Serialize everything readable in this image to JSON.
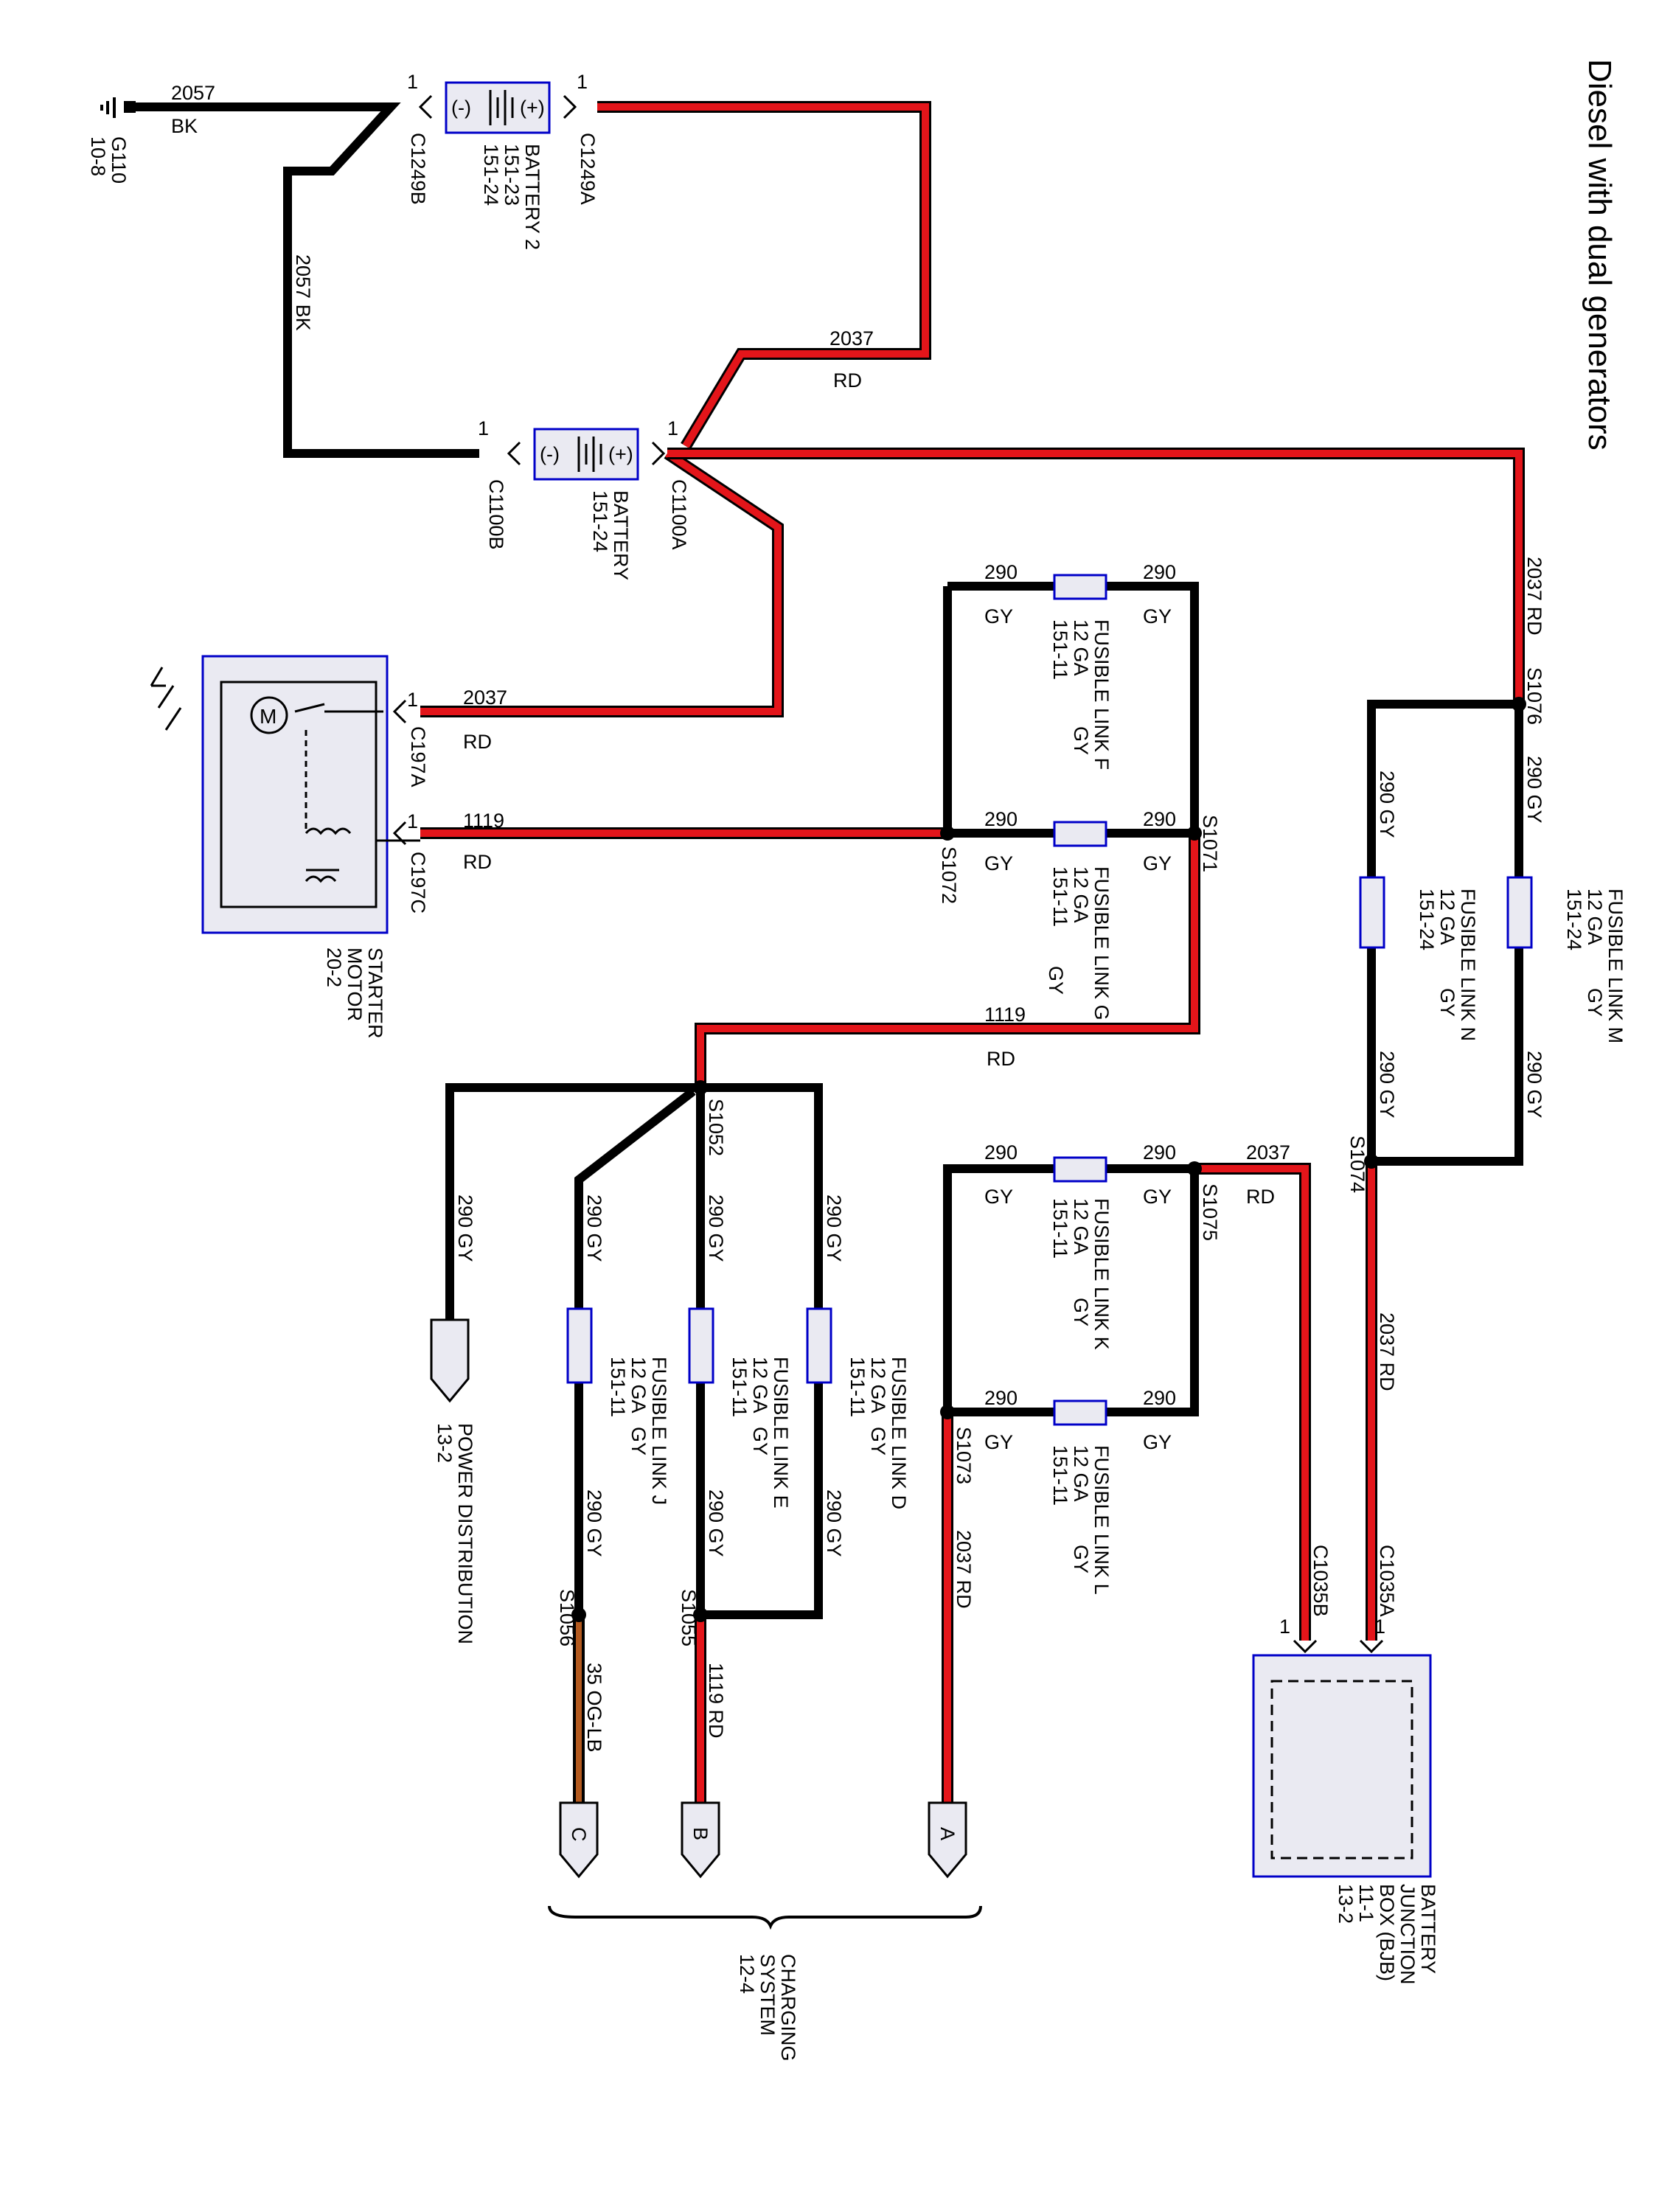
{
  "title": "Diesel with dual generators",
  "colors": {
    "black_wire": "#000000",
    "red_wire": "#e3151a",
    "orange_wire": "#b35a1f",
    "component_border": "#0000c8",
    "component_fill": "#eaeaf2"
  },
  "ground": {
    "id": "G110",
    "page": "10-8",
    "circuit": "2057",
    "color": "BK"
  },
  "batteries": [
    {
      "name": "BATTERY 2",
      "page1": "151-23",
      "page2": "151-24",
      "neg": "C1249B",
      "pos": "C1249A",
      "pin": "1",
      "neg_sym": "(-)",
      "pos_sym": "(+)"
    },
    {
      "name": "BATTERY",
      "page1": "151-24",
      "neg": "C1100B",
      "pos": "C1100A",
      "pin": "1",
      "neg_sym": "(-)",
      "pos_sym": "(+)"
    }
  ],
  "wire_labels": {
    "bk2057": "2057",
    "bk": "BK",
    "bk_vertical": "2057  BK",
    "rd2037": "2037",
    "rd": "RD",
    "rd2037_vertical": "2037  RD",
    "w290": "290",
    "gy": "GY",
    "gy290_vertical": "290  GY",
    "w1119": "1119",
    "rd1119_vertical": "1119  RD",
    "w35_vertical": "35  OG-LB"
  },
  "starter": {
    "name": "STARTER",
    "name2": "MOTOR",
    "page": "20-2",
    "c1": "C197A",
    "c2": "C197C",
    "pin": "1"
  },
  "splices": [
    "S1076",
    "S1071",
    "S1072",
    "S1074",
    "S1075",
    "S1073",
    "S1052",
    "S1055",
    "S1056"
  ],
  "fusible_links": {
    "F": {
      "name": "FUSIBLE LINK F",
      "gauge": "12 GA",
      "page": "151-11",
      "color": "GY"
    },
    "G": {
      "name": "FUSIBLE LINK G",
      "gauge": "12 GA",
      "page": "151-11",
      "color": "GY"
    },
    "M": {
      "name": "FUSIBLE LINK M",
      "gauge": "12 GA",
      "page": "151-24",
      "color": "GY"
    },
    "N": {
      "name": "FUSIBLE LINK N",
      "gauge": "12 GA",
      "page": "151-24",
      "color": "GY"
    },
    "K": {
      "name": "FUSIBLE LINK K",
      "gauge": "12 GA",
      "page": "151-11",
      "color": "GY"
    },
    "L": {
      "name": "FUSIBLE LINK L",
      "gauge": "12 GA",
      "page": "151-11",
      "color": "GY"
    },
    "J": {
      "name": "FUSIBLE LINK J",
      "gauge": "12 GA",
      "page": "151-11",
      "color": "GY"
    },
    "E": {
      "name": "FUSIBLE LINK E",
      "gauge": "12 GA",
      "page": "151-11",
      "color": "GY"
    },
    "D": {
      "name": "FUSIBLE LINK D",
      "gauge": "12 GA",
      "page": "151-11",
      "color": "GY"
    }
  },
  "bjb": {
    "name": "BATTERY",
    "name2": "JUNCTION",
    "name3": "BOX (BJB)",
    "page1": "11-1",
    "page2": "13-2",
    "c1": "C1035A",
    "c2": "C1035B",
    "pin": "1"
  },
  "power_distribution": {
    "name": "POWER DISTRIBUTION",
    "page": "13-2"
  },
  "connectors": [
    "A",
    "B",
    "C"
  ],
  "charging": {
    "line1": "CHARGING",
    "line2": "SYSTEM",
    "line3": "12-4"
  }
}
